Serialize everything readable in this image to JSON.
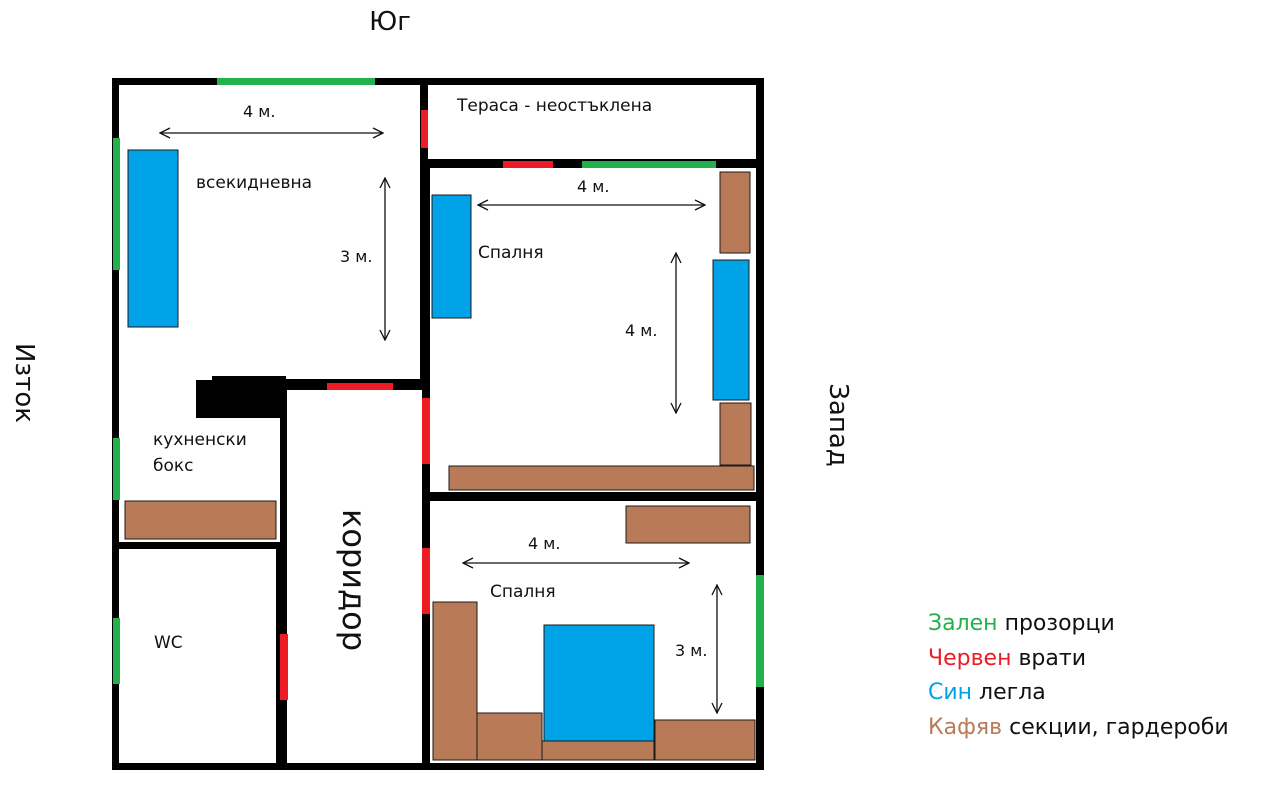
{
  "directions": {
    "south": "Юг",
    "east": "Изток",
    "west": "Запад"
  },
  "rooms": {
    "living": "всекидневна",
    "terrace": "Тераса - неостъклена",
    "bedroom1": "Спалня",
    "kitchen_line1": "кухненски",
    "kitchen_line2": "бокс",
    "wc": "WC",
    "corridor": "коридор",
    "bedroom2": "Спалня"
  },
  "dimensions": {
    "living_width": "4 м.",
    "living_height": "3 м.",
    "bedroom1_width": "4 м.",
    "bedroom1_height": "4 м.",
    "bedroom2_width": "4 м.",
    "bedroom2_height": "3 м."
  },
  "legend": [
    {
      "color_word": "Зален",
      "meaning": "прозорци",
      "color": "#22b14c"
    },
    {
      "color_word": "Червен",
      "meaning": "врати",
      "color": "#ed1c24"
    },
    {
      "color_word": "Син",
      "meaning": "легла",
      "color": "#00a2e8"
    },
    {
      "color_word": "Кафяв",
      "meaning": "секции, гардероби",
      "color": "#b97a57"
    }
  ],
  "colors": {
    "wall": "#000000",
    "window": "#22b14c",
    "door": "#ed1c24",
    "bed": "#00a2e8",
    "furniture": "#b97a57"
  }
}
